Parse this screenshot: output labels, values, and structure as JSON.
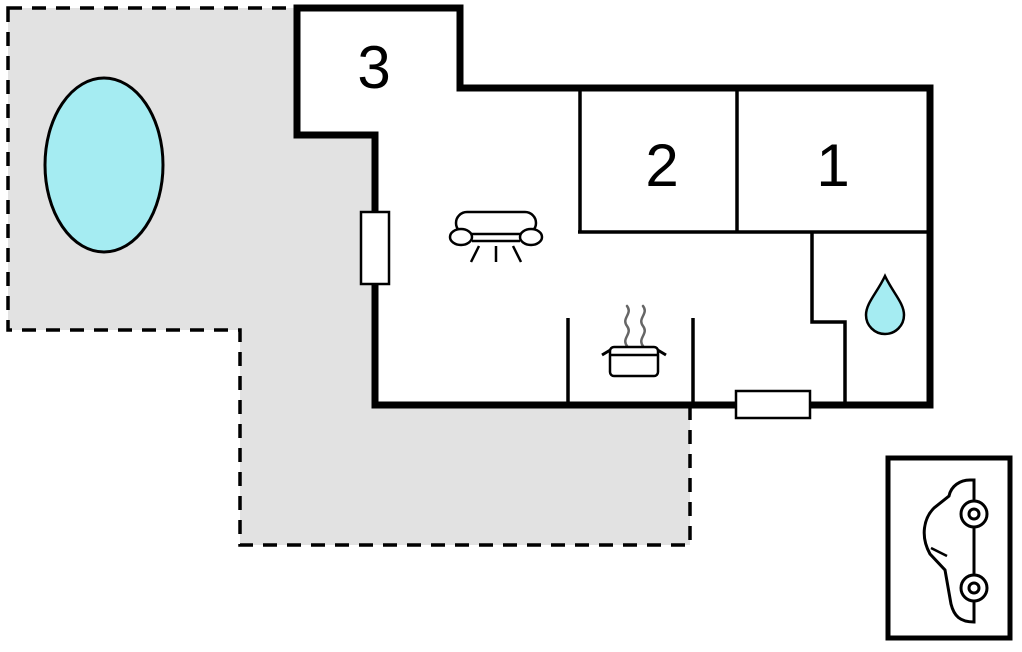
{
  "rooms": [
    {
      "label": "3"
    },
    {
      "label": "2"
    },
    {
      "label": "1"
    }
  ],
  "colors": {
    "terrace": "#e2e2e2",
    "water": "#a5ecf2",
    "wall": "#000000",
    "steam": "#666666"
  },
  "icons": {
    "pool": "pool-icon",
    "sofa": "sofa-icon",
    "stove": "stove-icon",
    "water_drop": "water-drop-icon",
    "car": "car-icon",
    "window_left": "window-icon",
    "window_bottom": "window-icon"
  }
}
